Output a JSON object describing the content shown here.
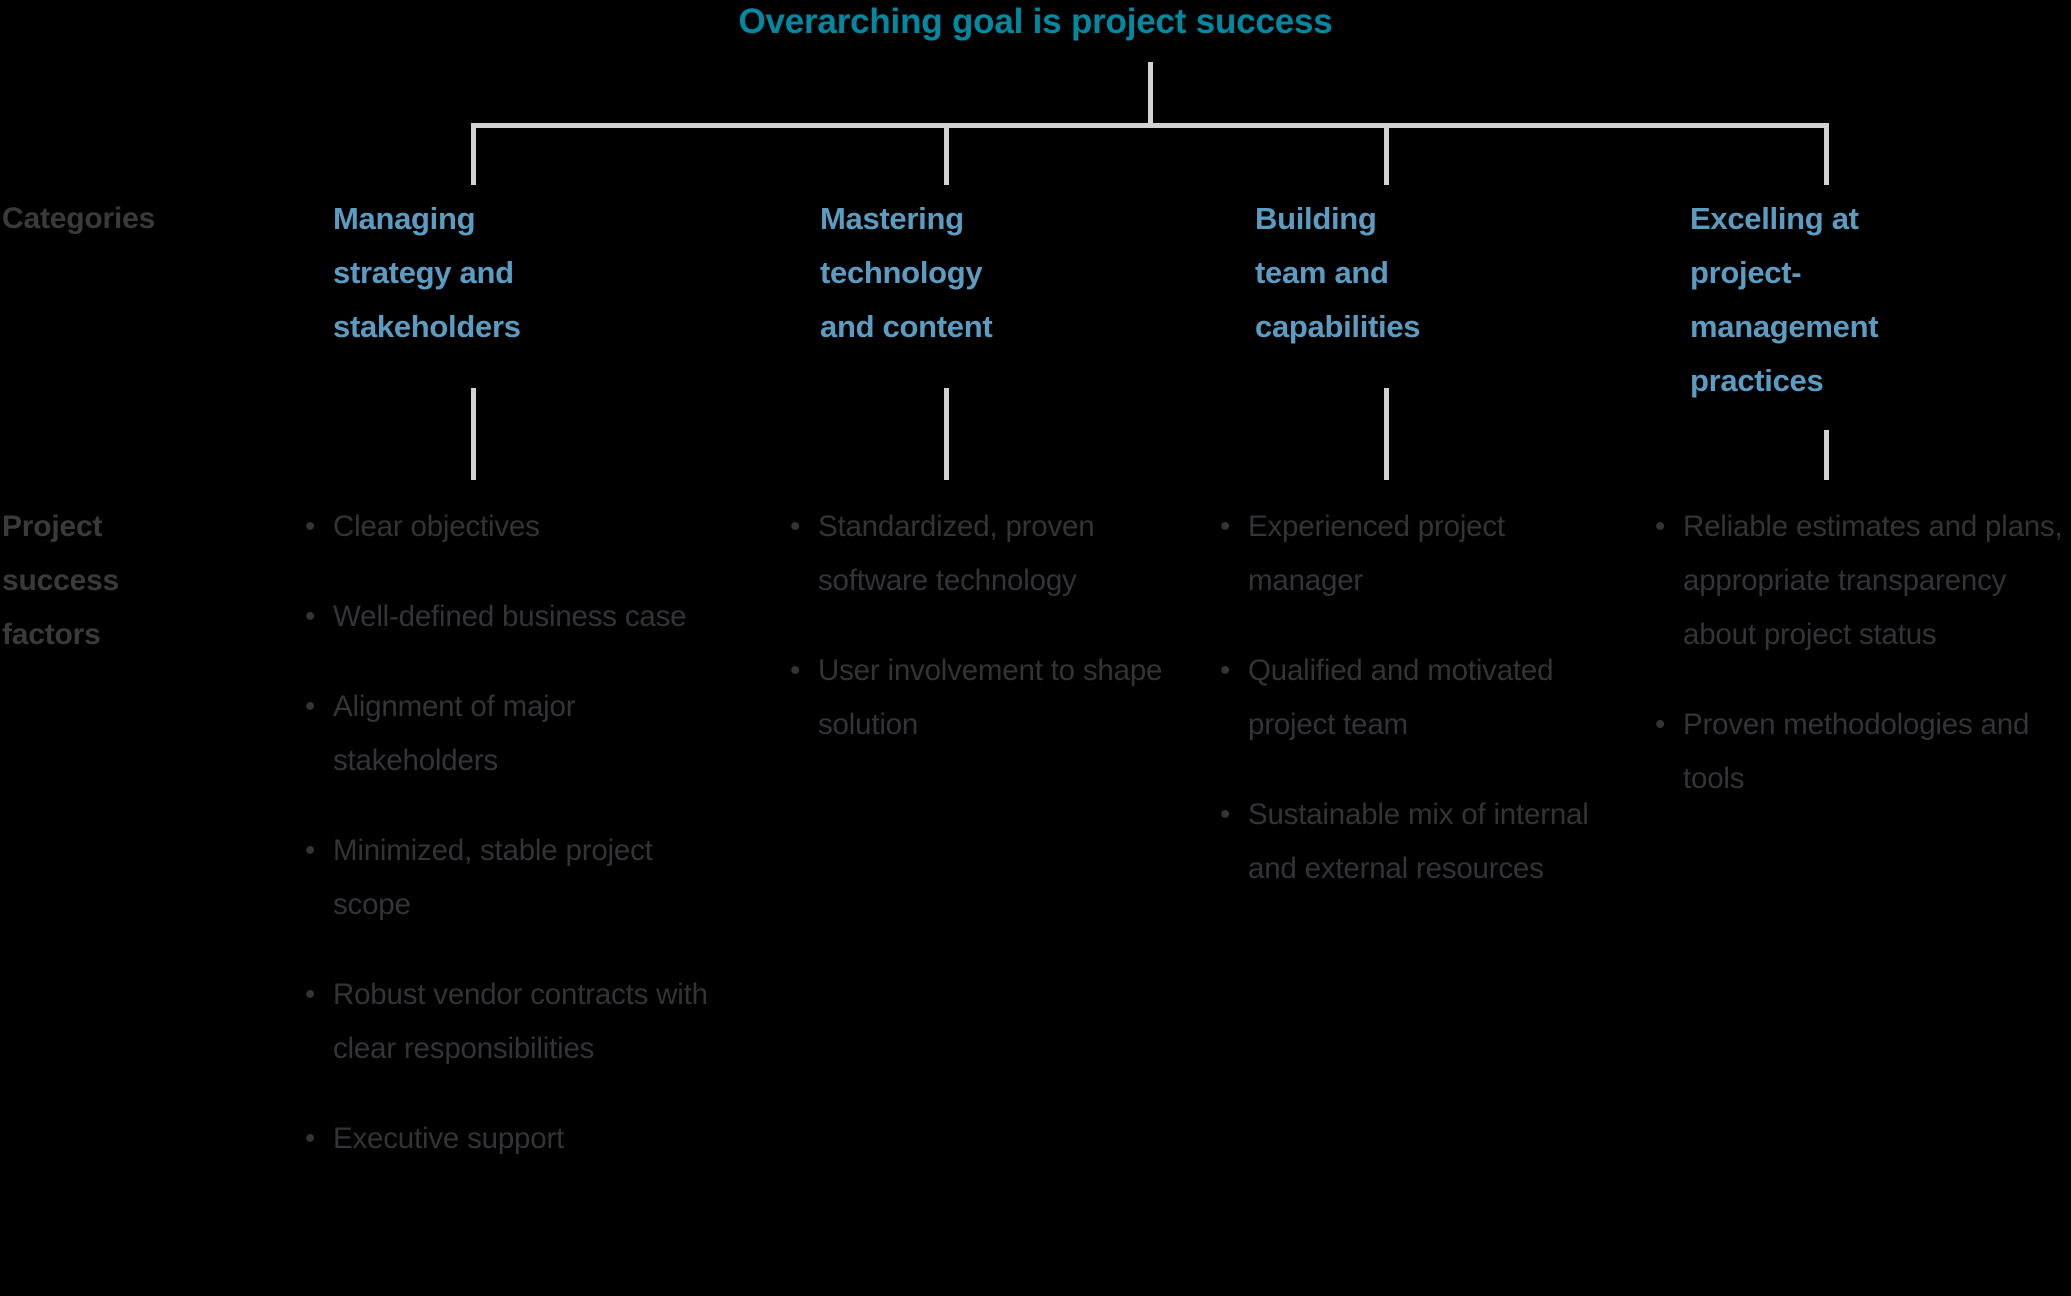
{
  "diagram": {
    "title": "Overarching goal is project success",
    "accent_color": "#0089A0",
    "category_color": "#5B9DC2",
    "label_color": "#3A3A3A",
    "body_color": "#333338",
    "line_color": "#D2D2D2",
    "background_color": "#000000",
    "row_labels": {
      "categories": "Categories",
      "factors": "Project\nsuccess\nfactors",
      "factors_line1": "Project",
      "factors_line2": "success",
      "factors_line3": "factors"
    },
    "columns": [
      {
        "header_lines": [
          "Managing",
          "strategy and",
          "stakeholders"
        ],
        "header": "Managing strategy and stakeholders",
        "bullets": [
          "Clear objectives",
          "Well-defined business case",
          "Alignment of major stakeholders",
          "Minimized, stable project scope",
          "Robust vendor contracts with clear responsibilities",
          "Executive support"
        ]
      },
      {
        "header_lines": [
          "Mastering",
          "technology",
          "and content"
        ],
        "header": "Mastering technology and content",
        "bullets": [
          "Standardized, proven software technology",
          "User involvement to shape solution"
        ]
      },
      {
        "header_lines": [
          "Building",
          "team and",
          "capabilities"
        ],
        "header": "Building team and capabilities",
        "bullets": [
          "Experienced project manager",
          "Qualified and motivated project team",
          "Sustainable mix of internal and external resources"
        ]
      },
      {
        "header_lines": [
          "Excelling at",
          "project-",
          "management",
          "practices"
        ],
        "header": "Excelling at project-management practices",
        "bullets": [
          "Reliable estimates and plans, appropriate transparency about project status",
          "Proven methodologies and tools"
        ]
      }
    ]
  }
}
